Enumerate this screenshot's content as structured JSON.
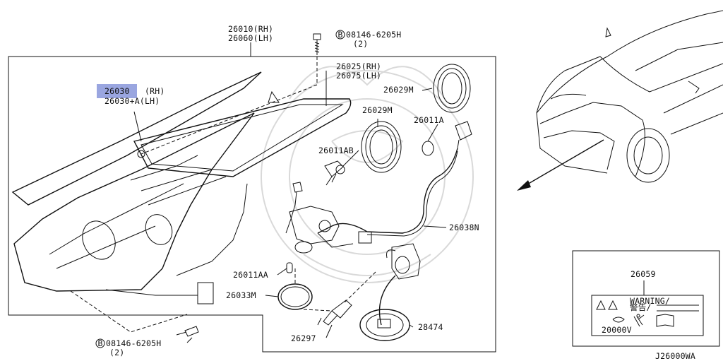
{
  "labels": {
    "p26010": "26010(RH)",
    "p26060": "26060(LH)",
    "bolt_top": "08146-6205H",
    "bolt_top_qty": "(2)",
    "p26025": "26025(RH)",
    "p26075": "26075(LH)",
    "p26029m_a": "26029M",
    "p26029m_b": "26029M",
    "p26030": "26030",
    "p26030_rh": "(RH)",
    "p26030a": "26030+A(LH)",
    "p26011a": "26011A",
    "p26011ab": "26011AB",
    "p26038n": "26038N",
    "p26011aa": "26011AA",
    "p26033m": "26033M",
    "p26297": "26297",
    "p28474": "28474",
    "bolt_bot": "08146-6205H",
    "bolt_bot_qty": "(2)",
    "b_marker": "B",
    "p26059": "26059",
    "warning_text": "WARNING/",
    "warning_jp": "警告/",
    "voltage": "20000V",
    "diagram_code": "J26000WA"
  },
  "colors": {
    "highlight": "#9aa6e0",
    "line": "#111111",
    "watermark": "#d9d9d9"
  }
}
